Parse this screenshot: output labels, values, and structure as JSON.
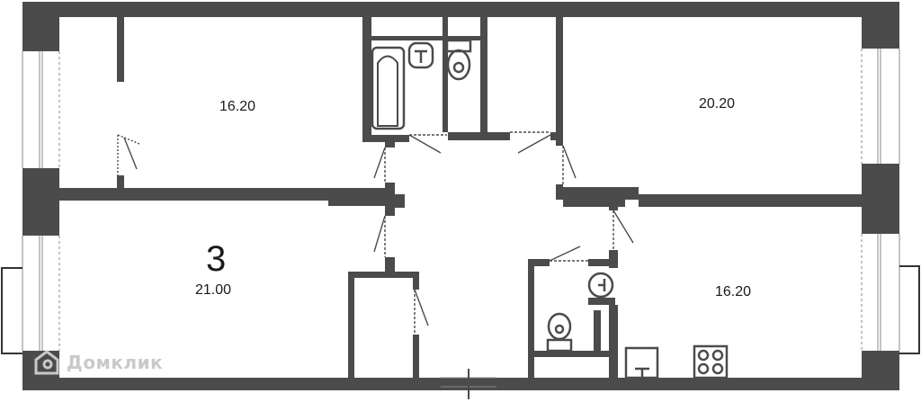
{
  "plan": {
    "room_count": "3",
    "areas": {
      "top_left": "16.20",
      "top_right": "20.20",
      "bottom_left": "21.00",
      "bottom_right": "16.20"
    }
  },
  "watermark": {
    "text": "Домклик",
    "icon": "domclick-logo-icon"
  },
  "colors": {
    "wall": "#4b4b4b",
    "fixture": "#4b4b4b",
    "glass": "#9a9a9a",
    "background": "#ffffff"
  }
}
